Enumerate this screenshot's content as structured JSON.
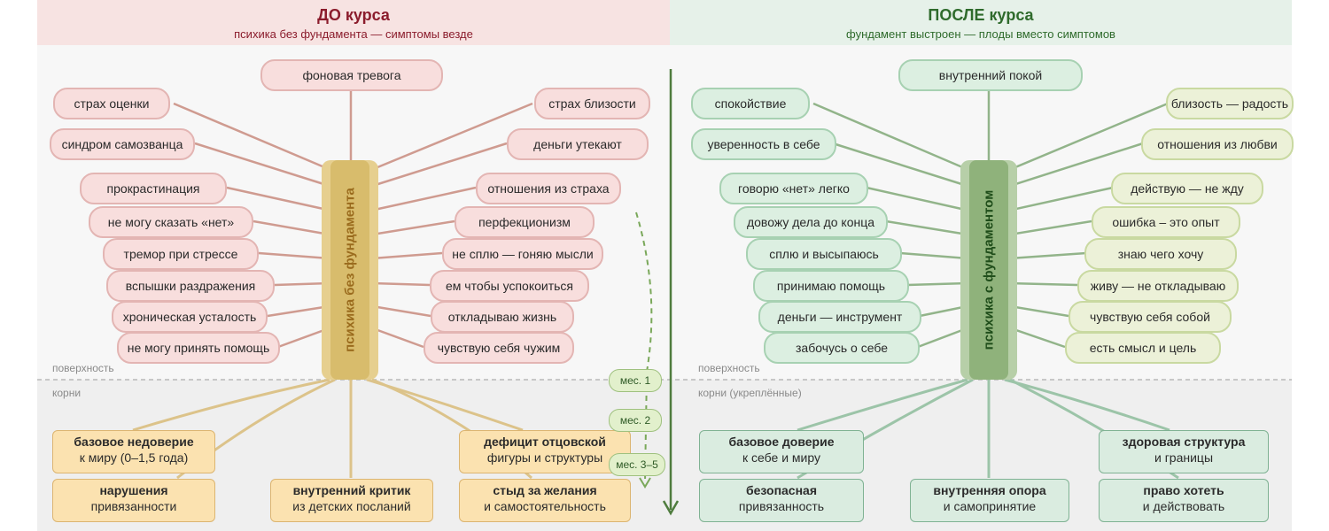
{
  "colors": {
    "red_text": "#8b1c2c",
    "green_text": "#2f6b2c",
    "red_line": "#c98a7f",
    "green_line": "#8fae86"
  },
  "left_header": {
    "title": "ДО курса",
    "subtitle": "психика без фундамента — симптомы везде"
  },
  "right_header": {
    "title": "ПОСЛЕ курса",
    "subtitle": "фундамент выстроен — плоды вместо симптомов"
  },
  "left_trunk": "психика без фундамента",
  "right_trunk": "психика с фундаментом",
  "labels": {
    "surface_left": "поверхность",
    "roots_left": "корни",
    "surface_right": "поверхность",
    "roots_right": "корни (укреплённые)"
  },
  "left_symptoms": [
    "фоновая тревога",
    "страх оценки",
    "страх близости",
    "синдром самозванца",
    "деньги утекают",
    "прокрастинация",
    "отношения из страха",
    "не могу сказать «нет»",
    "перфекционизм",
    "тремор при стрессе",
    "не сплю — гоняю мысли",
    "вспышки раздражения",
    "ем чтобы успокоиться",
    "хроническая усталость",
    "откладываю жизнь",
    "не могу принять помощь",
    "чувствую себя чужим"
  ],
  "right_fruits": [
    "внутренний покой",
    "спокойствие",
    "близость — радость",
    "уверенность в себе",
    "отношения из любви",
    "говорю «нет» легко",
    "действую — не жду",
    "довожу дела до конца",
    "ошибка – это опыт",
    "сплю и высыпаюсь",
    "знаю чего хочу",
    "принимаю помощь",
    "живу — не откладываю",
    "деньги — инструмент",
    "чувствую себя собой",
    "забочусь о себе",
    "есть смысл и цель"
  ],
  "left_roots": [
    {
      "title": "базовое недоверие",
      "sub": "к миру (0–1,5 года)"
    },
    {
      "title": "дефицит отцовской",
      "sub": "фигуры и структуры"
    },
    {
      "title": "нарушения",
      "sub": "привязанности"
    },
    {
      "title": "внутренний критик",
      "sub": "из детских посланий"
    },
    {
      "title": "стыд за желания",
      "sub": "и самостоятельность"
    }
  ],
  "right_roots": [
    {
      "title": "базовое доверие",
      "sub": "к себе и миру"
    },
    {
      "title": "здоровая структура",
      "sub": "и границы"
    },
    {
      "title": "безопасная",
      "sub": "привязанность"
    },
    {
      "title": "внутренняя опора",
      "sub": "и самопринятие"
    },
    {
      "title": "право хотеть",
      "sub": "и действовать"
    }
  ],
  "months": [
    "мес. 1",
    "мес. 2",
    "мес. 3–5"
  ]
}
